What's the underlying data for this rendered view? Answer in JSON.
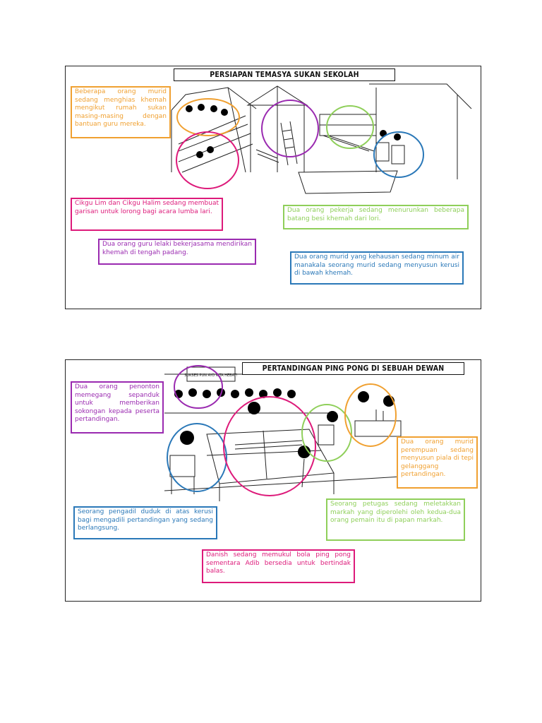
{
  "colors": {
    "orange": "#f0a030",
    "magenta": "#dd1a7a",
    "green": "#8fcf5a",
    "purple": "#9a2ab0",
    "blue": "#2a78b8"
  },
  "panel1": {
    "title": "PERSIAPAN TEMASYA SUKAN SEKOLAH",
    "captions": {
      "hiasan": "Beberapa orang murid sedang menghias khemah mengikut rumah sukan masing-masing dengan bantuan guru mereka.",
      "garisan": "Cikgu Lim dan Cikgu Halim sedang membuat garisan untuk lorong bagi acara lumba lari.",
      "besi": "Dua orang pekerja sedang menurunkan beberapa batang besi khemah dari lori.",
      "khemah": "Dua orang guru lelaki bekerjasama mendirikan khemah di tengah padang.",
      "minum": "Dua orang murid yang kehausan sedang minum air manakala seorang murid sedang menyusun kerusi di bawah khemah."
    }
  },
  "panel2": {
    "title": "PERTANDINGAN PING PONG DI SEBUAH DEWAN",
    "banner_text": "SUKSES PUN AYO KITA HEBAT!",
    "captions": {
      "penonton": "Dua orang penonton memegang sepanduk untuk memberikan sokongan kepada peserta pertandingan.",
      "piala": "Dua orang murid perempuan sedang menyusun piala di tepi gelanggang pertandingan.",
      "pengadil": "Seorang pengadil duduk di atas kerusi bagi mengadili pertandingan yang sedang berlangsung.",
      "petugas": "Seorang petugas sedang meletakkan markah yang diperolehi oleh kedua-dua orang pemain itu di papan markah.",
      "danish": "Danish sedang memukul bola ping pong sementara Adib bersedia untuk bertindak balas."
    }
  }
}
